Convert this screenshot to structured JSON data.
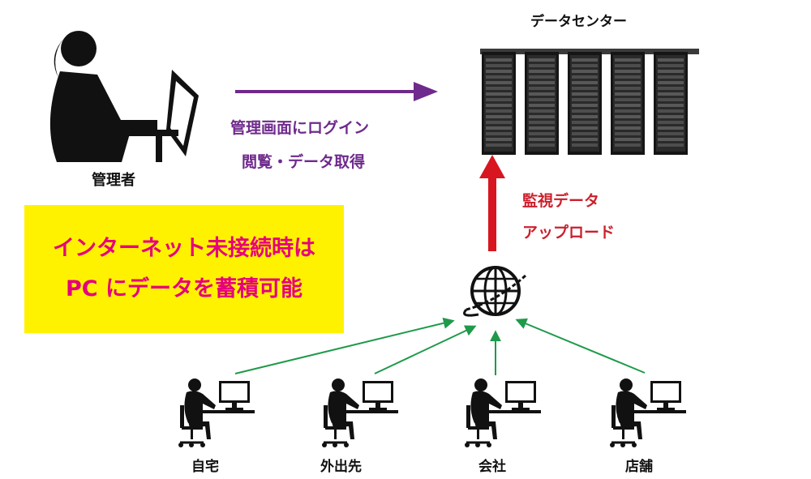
{
  "labels": {
    "data_center": "データセンター",
    "admin": "管理者",
    "admin_action_line1": "管理画面にログイン",
    "admin_action_line2": "閲覧・データ取得",
    "upload_line1": "監視データ",
    "upload_line2": "アップロード",
    "notice_line1": "インターネット未接続時は",
    "notice_line2": "PC にデータを蓄積可能",
    "client_home": "自宅",
    "client_outside": "外出先",
    "client_office": "会社",
    "client_store": "店舗"
  },
  "colors": {
    "purple_arrow": "#6e2a8c",
    "red_arrow": "#d7161f",
    "green_arrow": "#1e9a4a",
    "notice_bg": "#fff200",
    "notice_text": "#e6007e"
  },
  "icons": {
    "admin": "woman-at-computer-icon",
    "server": "server-rack-icon",
    "internet": "globe-icon",
    "client": "worker-at-desk-icon"
  }
}
